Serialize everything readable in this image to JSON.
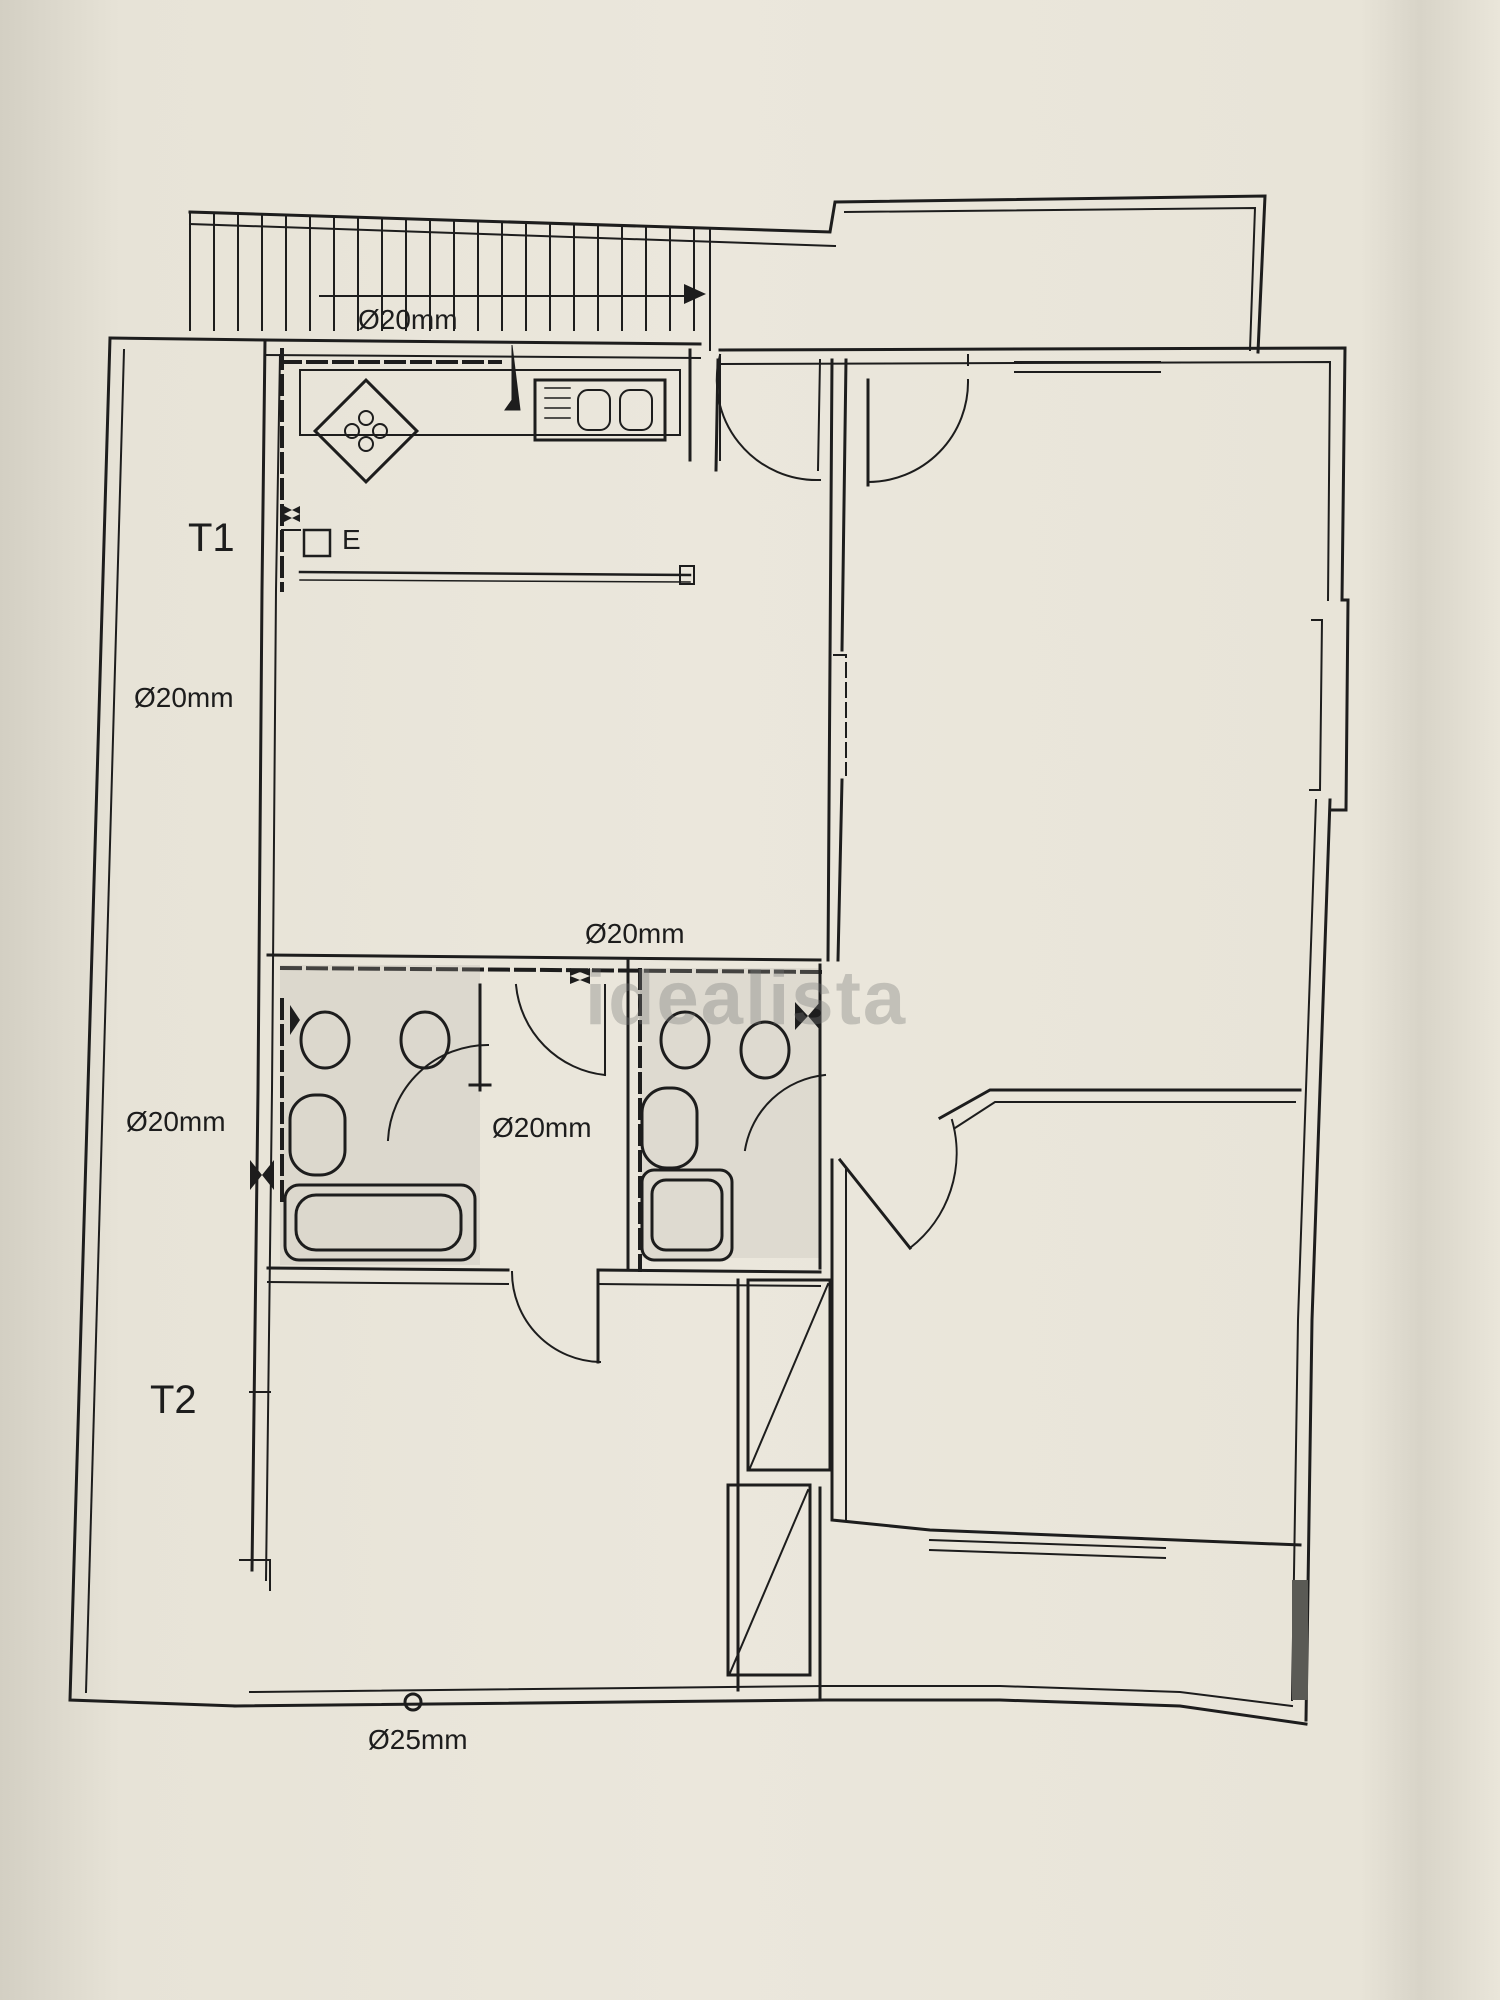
{
  "labels": {
    "room_t1": "T1",
    "room_t2": "T2",
    "electric_marker": "E",
    "pipe_top": "Ø20mm",
    "pipe_left_upper": "Ø20mm",
    "pipe_center": "Ø20mm",
    "pipe_left_lower": "Ø20mm",
    "pipe_bathroom": "Ø20mm",
    "pipe_bottom": "Ø25mm"
  },
  "watermark": "idealista",
  "colors": {
    "paper": "#ebe7dc",
    "ink": "#1d1d1d",
    "wall_fill": "#b9b5aa"
  }
}
